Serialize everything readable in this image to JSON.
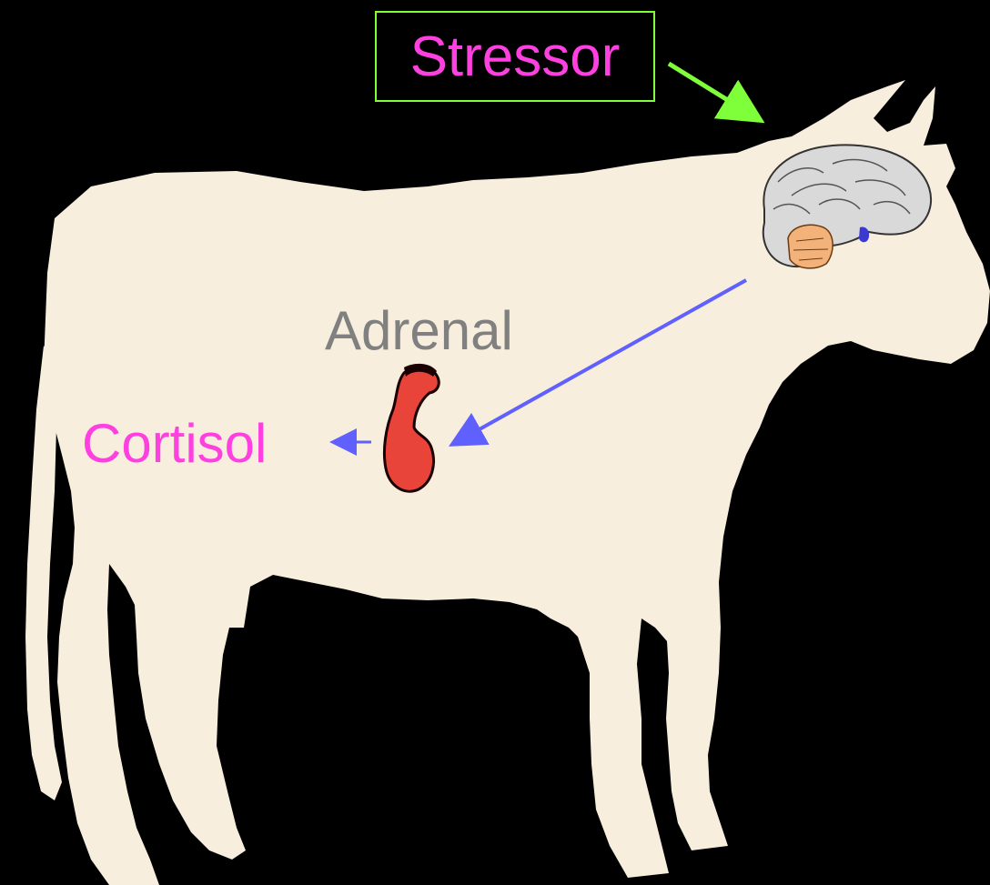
{
  "labels": {
    "stressor": "Stressor",
    "adrenal": "Adrenal",
    "cortisol": "Cortisol"
  },
  "colors": {
    "background": "#000000",
    "cow_body": "#F7EEDD",
    "stressor_text": "#FF40E0",
    "stressor_border": "#7FFF3A",
    "stressor_arrow": "#7FFF3A",
    "adrenal_text": "#808080",
    "cortisol_text": "#FF40E0",
    "signal_arrow": "#6060FF",
    "adrenal_gland": "#E8443A",
    "brain": "#D9D9D9",
    "cerebellum": "#F2B27A"
  },
  "icons": {
    "animal": "cow-silhouette-icon",
    "brain": "brain-icon",
    "gland": "adrenal-gland-icon"
  }
}
